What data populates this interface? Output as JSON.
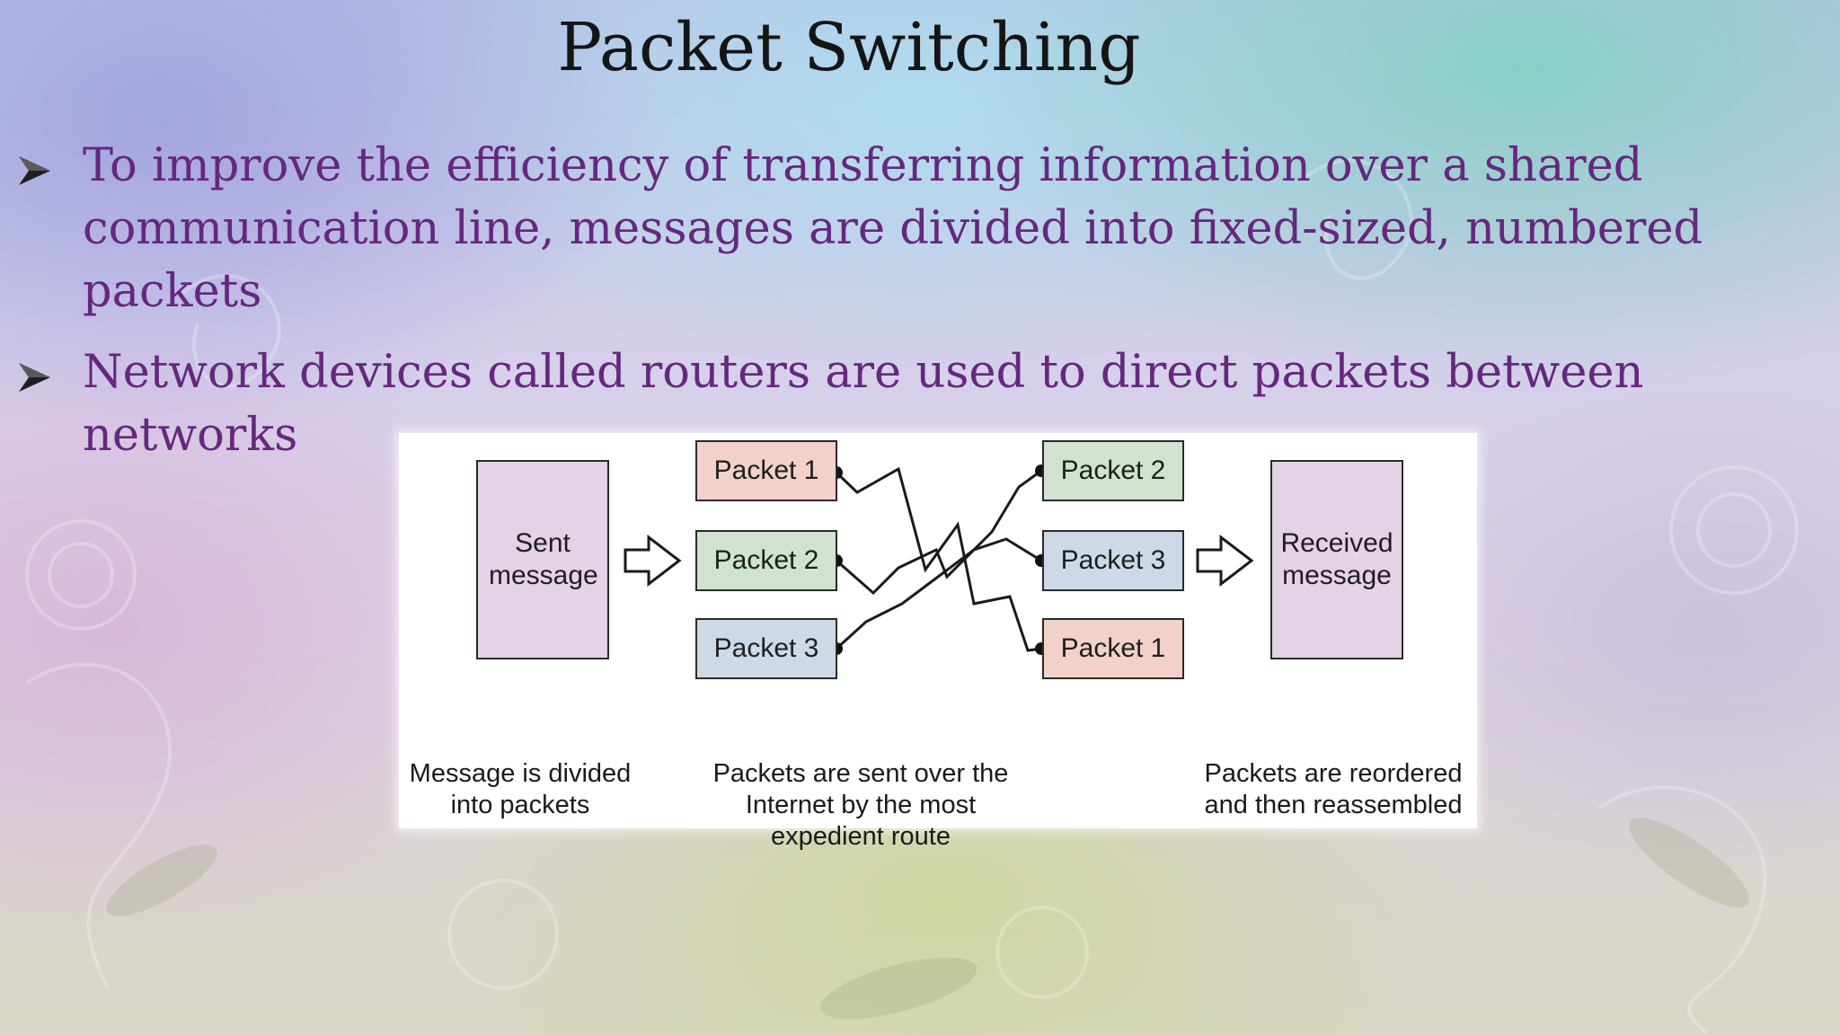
{
  "slide": {
    "title": "Packet Switching",
    "bullets": [
      "To improve the efficiency of transferring information over a shared communication line, messages are divided into fixed-sized, numbered packets",
      "Network devices called routers are used to direct packets between networks"
    ],
    "colors": {
      "title": "#151515",
      "bullet_text": "#66277f",
      "message_box": "#e4d3e4",
      "packet_1": "#f1d1c8",
      "packet_2": "#cfe3d0",
      "packet_3": "#cdd9e6"
    }
  },
  "diagram": {
    "sent_message": "Sent message",
    "received_message": "Received message",
    "left_packets": [
      "Packet 1",
      "Packet 2",
      "Packet 3"
    ],
    "right_packets": [
      "Packet 2",
      "Packet 3",
      "Packet 1"
    ],
    "captions": {
      "left": "Message is divided into packets",
      "middle": "Packets are sent over the Internet by the most expedient route",
      "right": "Packets are reordered and then reassembled"
    }
  }
}
